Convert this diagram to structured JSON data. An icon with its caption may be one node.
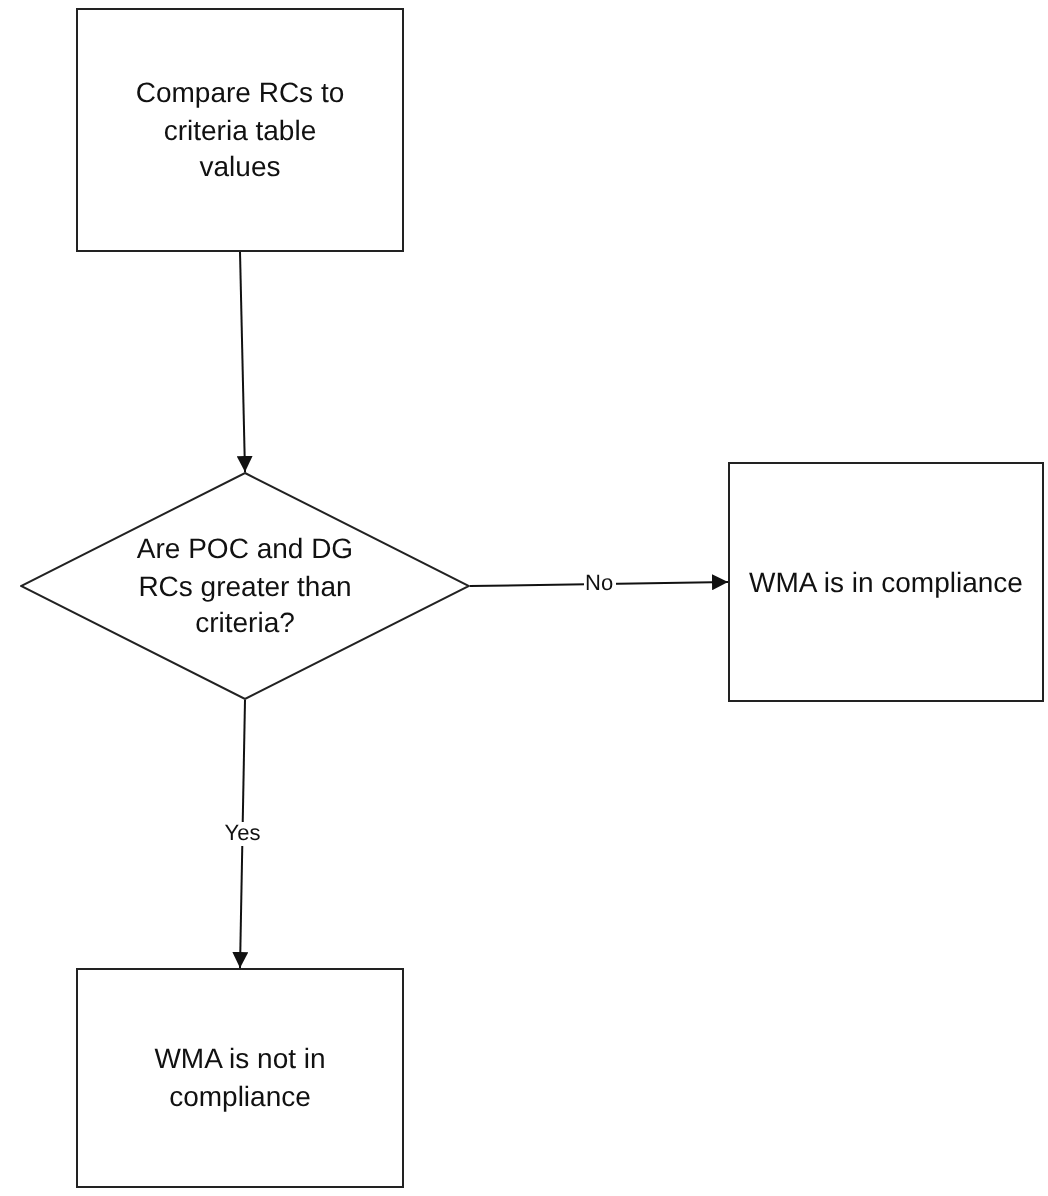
{
  "diagram": {
    "nodes": [
      {
        "text": [
          "Compare RCs to criteria table values"
        ]
      },
      {
        "text": [
          "Are POC and DG RCs greater than criteria?"
        ]
      },
      {
        "text": [
          "WMA is in compliance"
        ]
      },
      {
        "text": [
          "WMA is not in compliance"
        ]
      }
    ],
    "edges": [
      {
        "from": 0,
        "to": 1,
        "arrow": "to"
      },
      {
        "from": 1,
        "to": 2,
        "arrow": "to",
        "label": "No"
      },
      {
        "from": 1,
        "to": 3,
        "arrow": "to",
        "label": "Yes"
      }
    ]
  }
}
